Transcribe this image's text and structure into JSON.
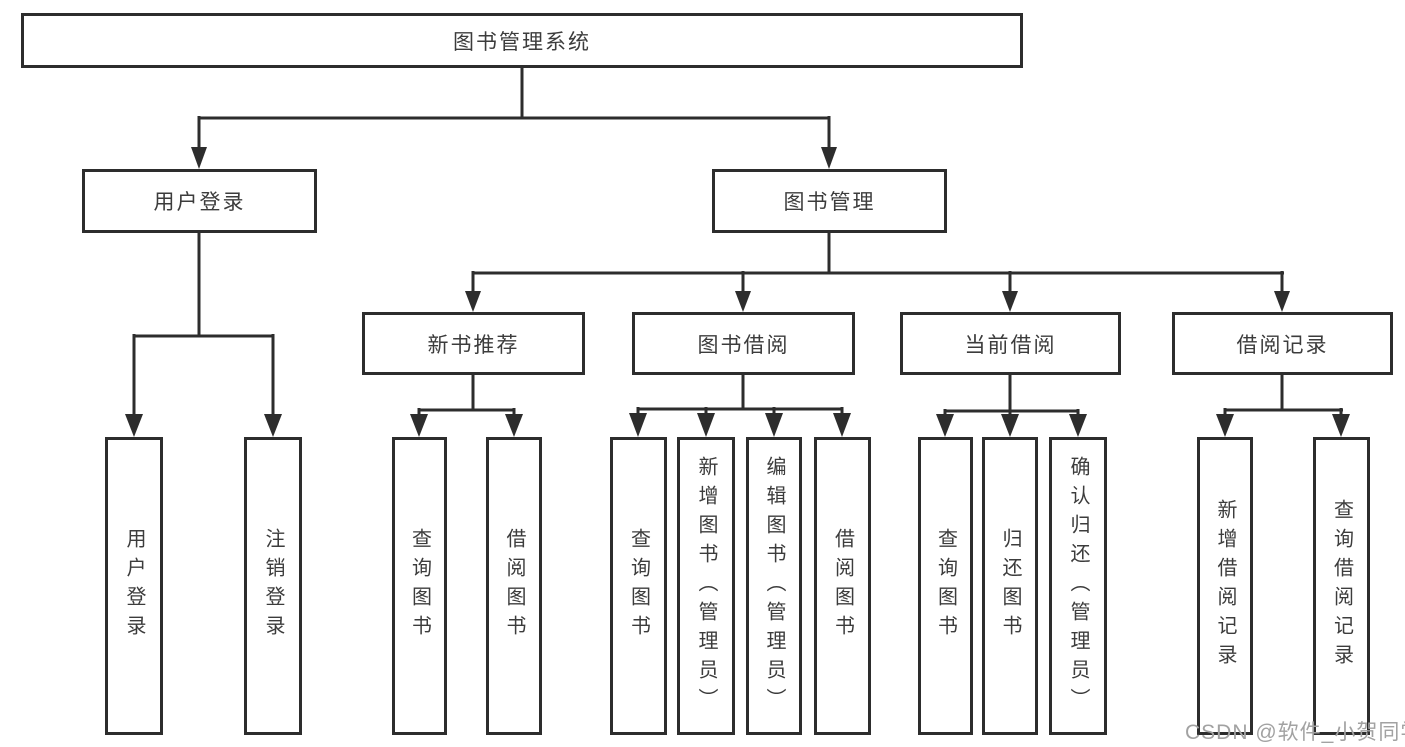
{
  "colors": {
    "line": "#2d2d2d",
    "text": "#3c3c3c",
    "background": "#ffffff",
    "watermark": "#a2a2a2"
  },
  "tree": {
    "root": "图书管理系统",
    "branches": [
      {
        "label": "用户登录",
        "leaves": [
          "用户登录",
          "注销登录"
        ]
      },
      {
        "label": "图书管理",
        "groups": [
          {
            "label": "新书推荐",
            "leaves": [
              "查询图书",
              "借阅图书"
            ]
          },
          {
            "label": "图书借阅",
            "leaves": [
              "查询图书",
              "新增图书（管理员）",
              "编辑图书（管理员）",
              "借阅图书"
            ]
          },
          {
            "label": "当前借阅",
            "leaves": [
              "查询图书",
              "归还图书",
              "确认归还（管理员）"
            ]
          },
          {
            "label": "借阅记录",
            "leaves": [
              "新增借阅记录",
              "查询借阅记录"
            ]
          }
        ]
      }
    ]
  },
  "watermark": "CSDN @软件_小贺同学"
}
